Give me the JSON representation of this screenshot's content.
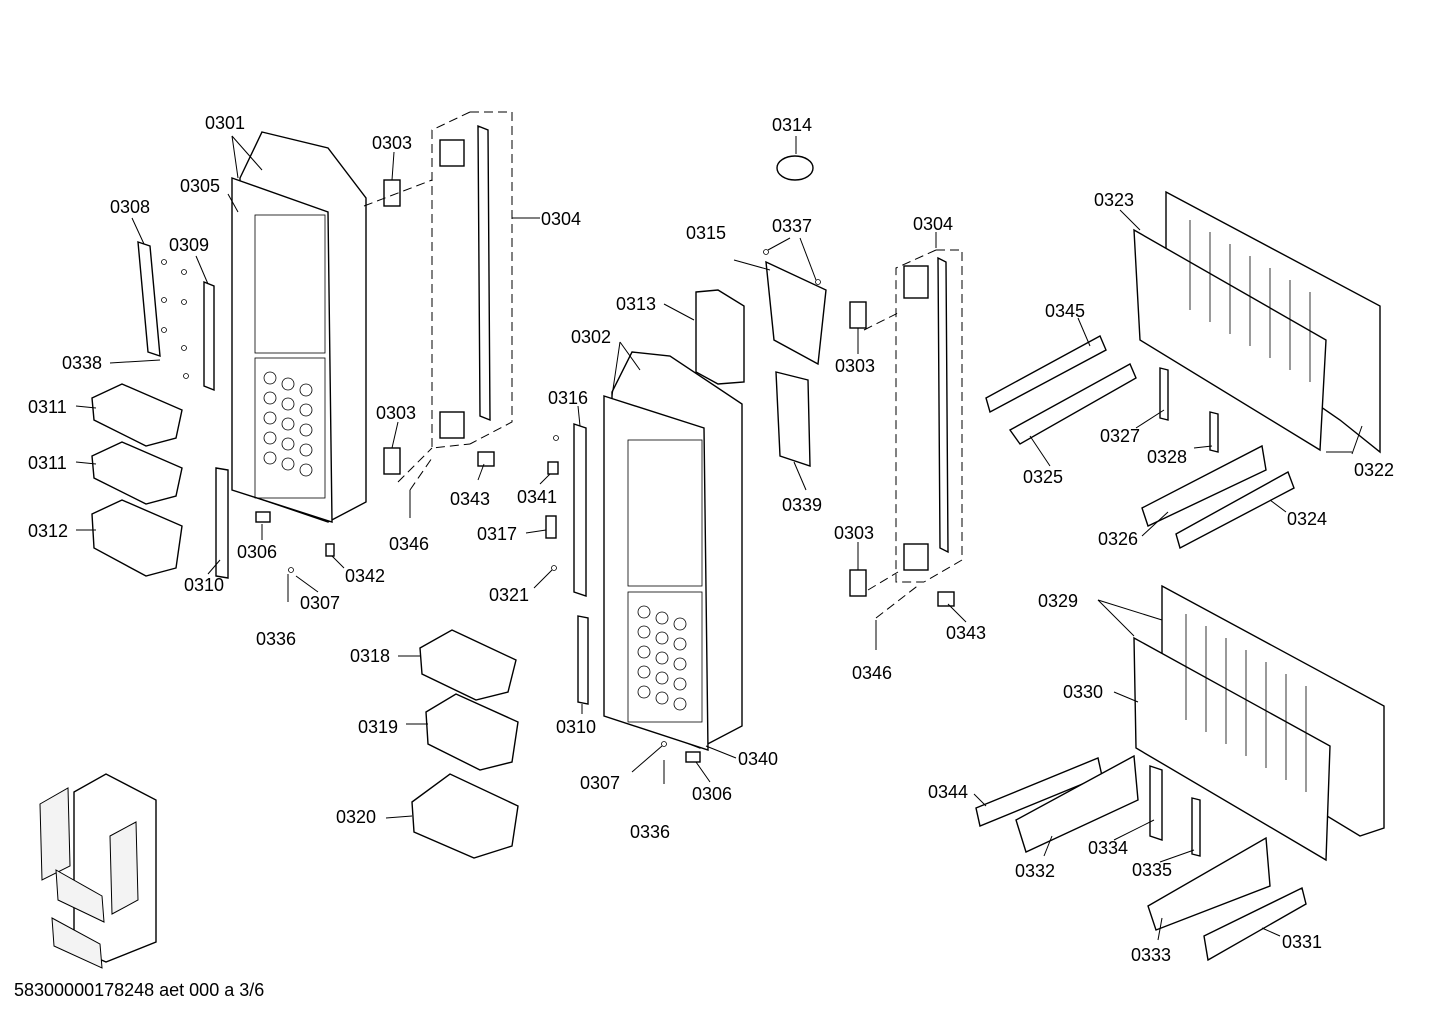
{
  "diagram": {
    "labels": [
      "0301",
      "0305",
      "0308",
      "0309",
      "0338",
      "0311",
      "0311",
      "0312",
      "0303",
      "0304",
      "0303",
      "0343",
      "0346",
      "0306",
      "0342",
      "0310",
      "0307",
      "0336",
      "0314",
      "0337",
      "0315",
      "0313",
      "0302",
      "0316",
      "0341",
      "0317",
      "0321",
      "0339",
      "0304",
      "0303",
      "0303",
      "0343",
      "0346",
      "0318",
      "0319",
      "0320",
      "0310",
      "0307",
      "0336",
      "0306",
      "0340",
      "0323",
      "0345",
      "0327",
      "0328",
      "0325",
      "0322",
      "0326",
      "0324",
      "0329",
      "0330",
      "0344",
      "0334",
      "0332",
      "0335",
      "0333",
      "0331"
    ]
  },
  "footer": {
    "text": "58300000178248 aet 000 a 3/6"
  }
}
